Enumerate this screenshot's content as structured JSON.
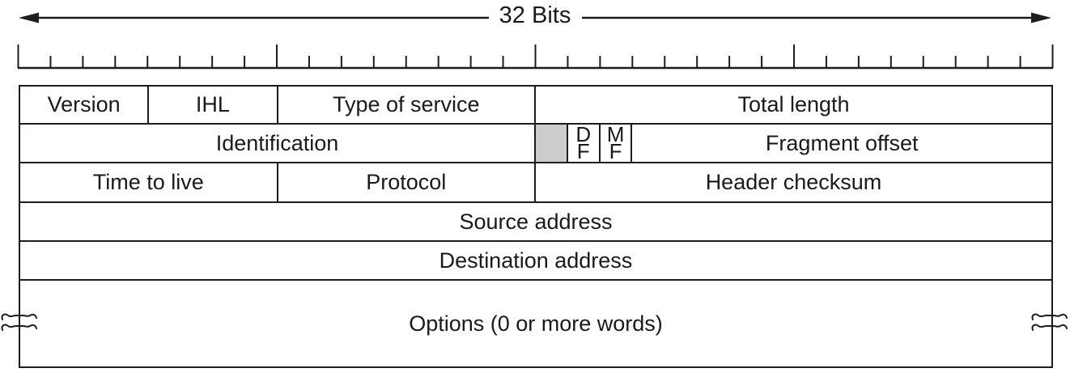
{
  "arrow": {
    "label": "32 Bits"
  },
  "ruler": {
    "bits_total": 32,
    "tick_count": 33,
    "major_tick_every": 8
  },
  "header_table": {
    "rows": [
      {
        "cells": [
          {
            "name": "version",
            "label": "Version",
            "span": 4
          },
          {
            "name": "ihl",
            "label": "IHL",
            "span": 4
          },
          {
            "name": "type-of-service",
            "label": "Type of service",
            "span": 8
          },
          {
            "name": "total-length",
            "label": "Total length",
            "span": 16
          }
        ]
      },
      {
        "cells": [
          {
            "name": "identification",
            "label": "Identification",
            "span": 16
          },
          {
            "name": "reserved-bit",
            "label": "",
            "span": 1,
            "shaded": true
          },
          {
            "name": "df-flag",
            "label": "D\nF",
            "span": 1,
            "flag": true
          },
          {
            "name": "mf-flag",
            "label": "M\nF",
            "span": 1,
            "flag": true
          },
          {
            "name": "fragment-offset",
            "label": "Fragment offset",
            "span": 13
          }
        ]
      },
      {
        "cells": [
          {
            "name": "time-to-live",
            "label": "Time to live",
            "span": 8
          },
          {
            "name": "protocol",
            "label": "Protocol",
            "span": 8
          },
          {
            "name": "header-checksum",
            "label": "Header checksum",
            "span": 16
          }
        ]
      },
      {
        "cells": [
          {
            "name": "source-address",
            "label": "Source address",
            "span": 32
          }
        ]
      },
      {
        "cells": [
          {
            "name": "destination-address",
            "label": "Destination address",
            "span": 32
          }
        ]
      },
      {
        "cells": [
          {
            "name": "options",
            "label": "Options (0 or more words)",
            "span": 32
          }
        ],
        "torn": true
      }
    ]
  },
  "colors": {
    "line": "#1d1d1d",
    "shaded_cell": "#cccccc",
    "background": "#ffffff"
  }
}
